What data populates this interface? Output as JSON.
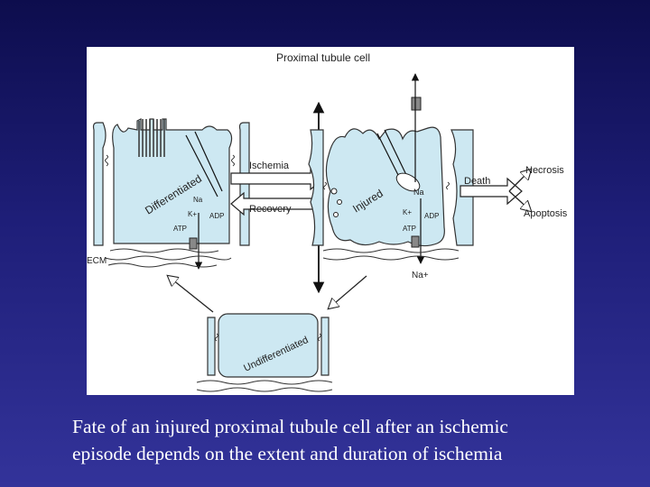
{
  "figure": {
    "title": "Proximal tubule cell",
    "ischemia": "Ischemia",
    "recovery": "Recovery",
    "death": "Death",
    "necrosis": "Necrosis",
    "apoptosis": "Apoptosis",
    "ecm": "ECM",
    "differentiated": "Differentiated",
    "injured": "Injured",
    "undifferentiated": "Undifferentiated",
    "na_plus": "Na",
    "na_plus_out": "Na+",
    "k_plus": "K+",
    "atp": "ATP",
    "adp": "ADP"
  },
  "caption": {
    "line1": "Fate of an injured proximal tubule cell after an ischemic",
    "line2": "episode depends on the extent and duration of ischemia"
  },
  "colors": {
    "background_top": "#0d0d4d",
    "background_bottom": "#33339a",
    "cell_fill": "#cde8f2",
    "caption_text": "#ffffff"
  }
}
